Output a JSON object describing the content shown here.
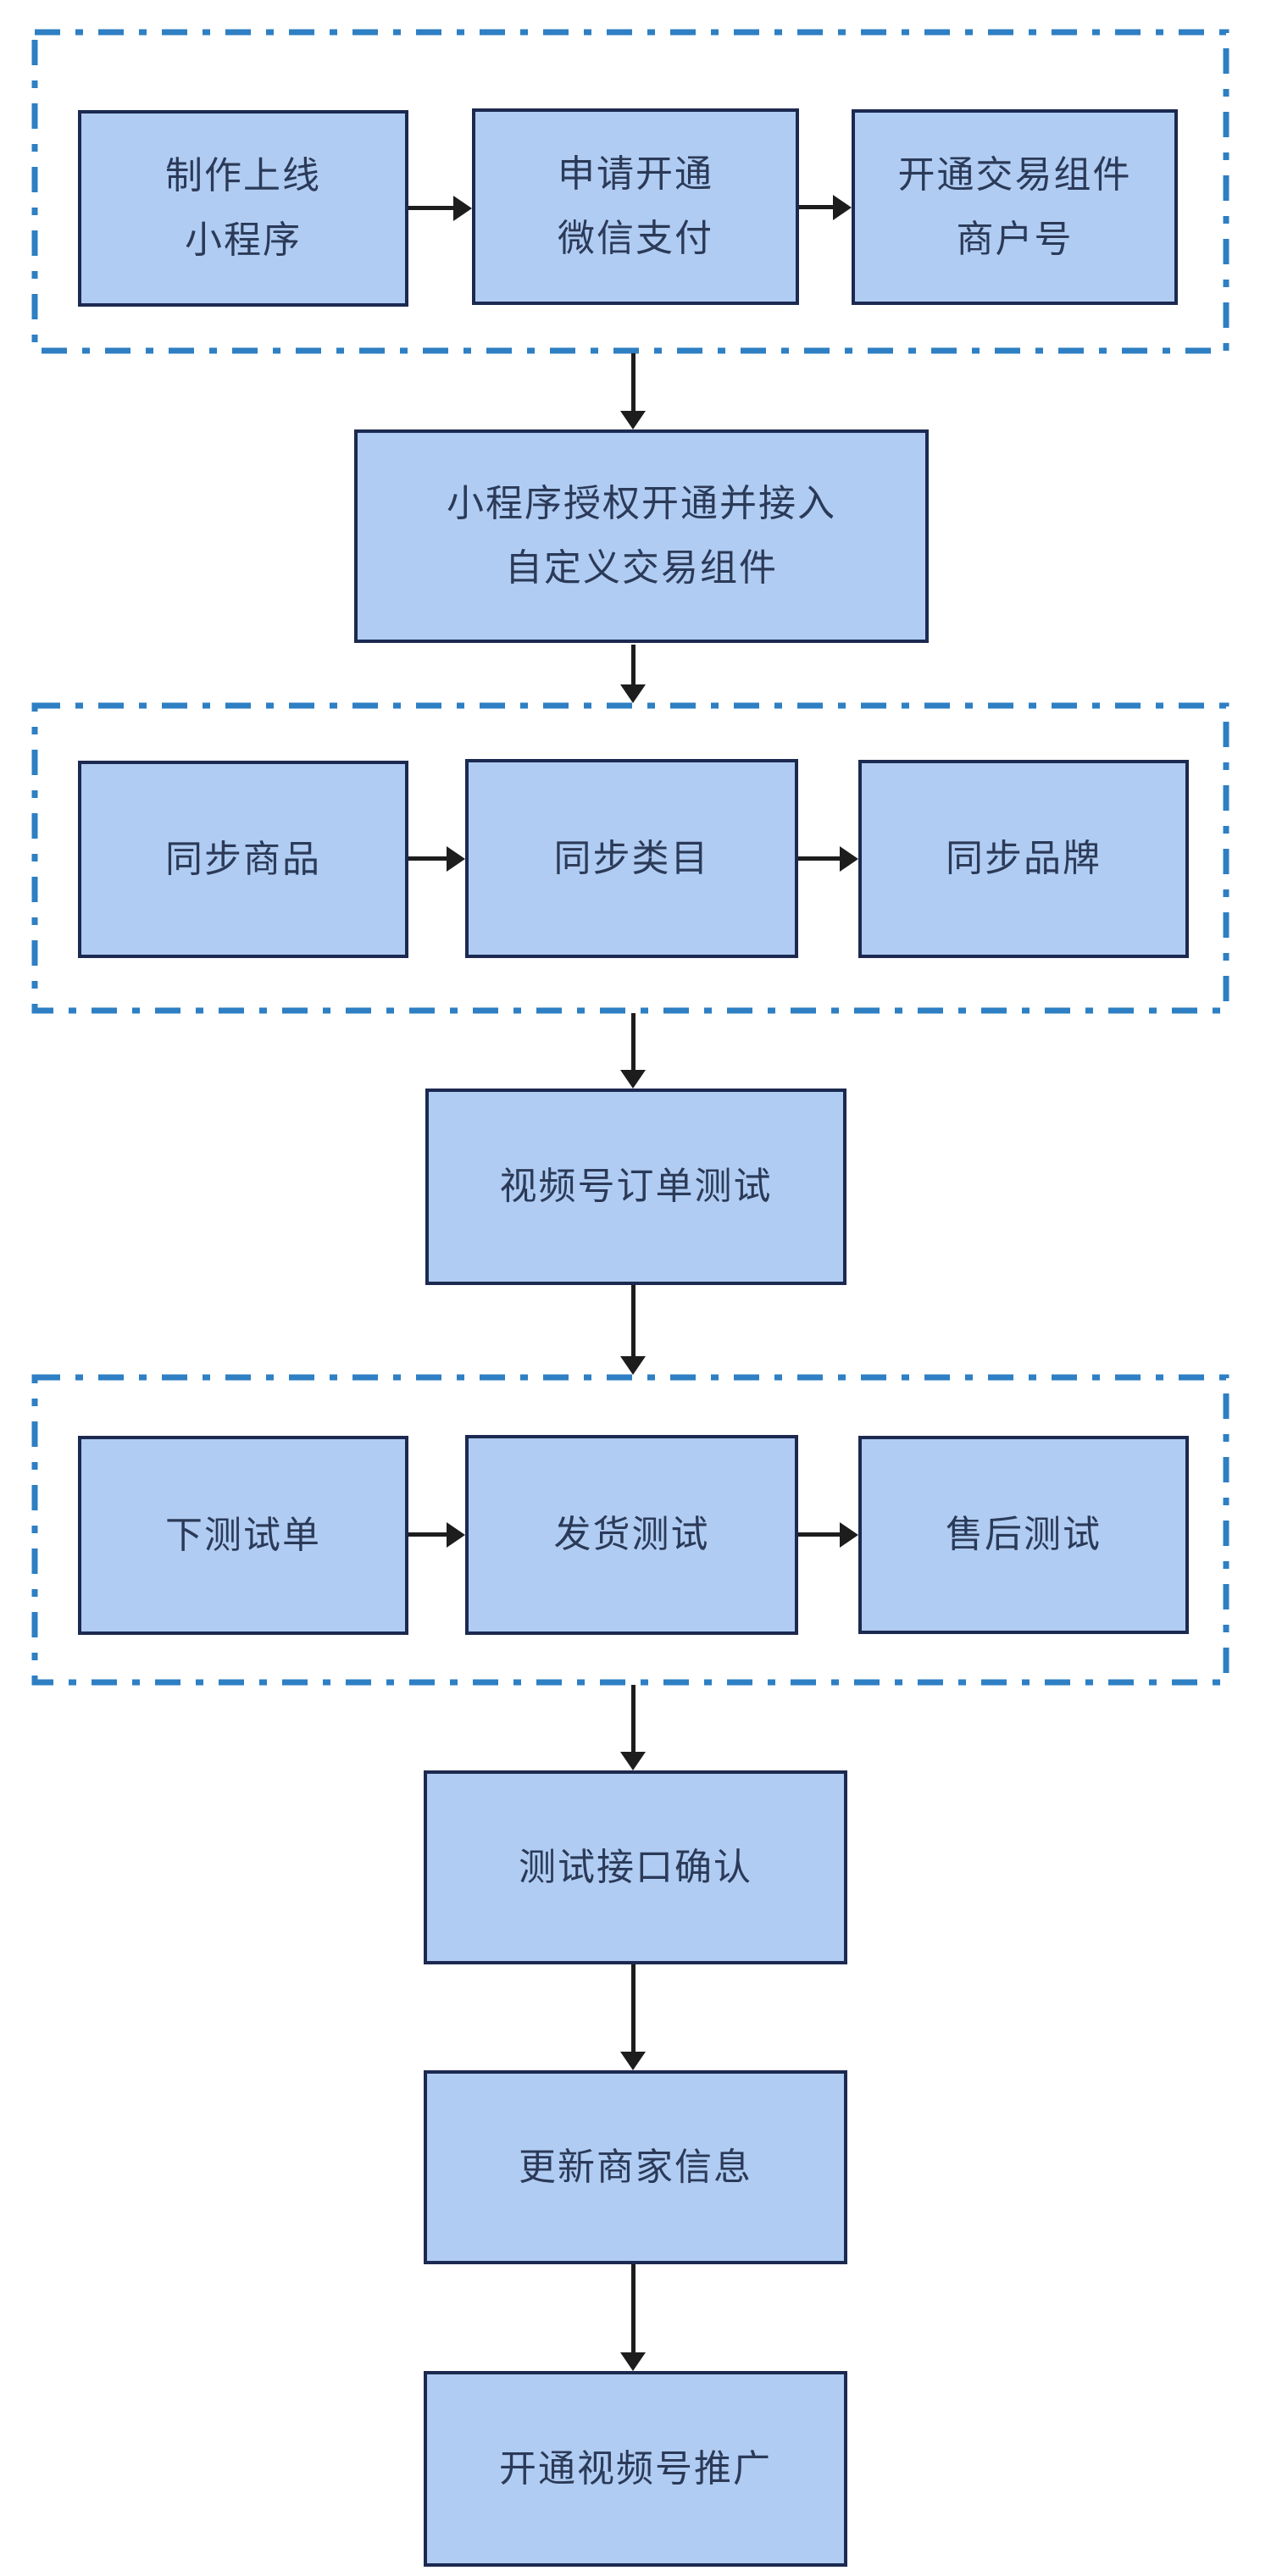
{
  "colors": {
    "background": "#ffffff",
    "node_fill": "#b0ccf2",
    "node_border": "#1c2950",
    "node_text": "#2b3a58",
    "group_dash_border": "#2e7fc3",
    "arrow": "#1d1d1d"
  },
  "nodes": [
    {
      "id": "build-launch-miniprogram",
      "label": "制作上线\n小程序"
    },
    {
      "id": "apply-wechat-pay",
      "label": "申请开通\n微信支付"
    },
    {
      "id": "open-trade-component-merchant-id",
      "label": "开通交易组件\n商户号"
    },
    {
      "id": "authorize-and-integrate-custom-trade-component",
      "label": "小程序授权开通并接入\n自定义交易组件"
    },
    {
      "id": "sync-products",
      "label": "同步商品"
    },
    {
      "id": "sync-categories",
      "label": "同步类目"
    },
    {
      "id": "sync-brands",
      "label": "同步品牌"
    },
    {
      "id": "channels-order-test",
      "label": "视频号订单测试"
    },
    {
      "id": "place-test-order",
      "label": "下测试单"
    },
    {
      "id": "shipping-test",
      "label": "发货测试"
    },
    {
      "id": "after-sales-test",
      "label": "售后测试"
    },
    {
      "id": "test-api-confirmation",
      "label": "测试接口确认"
    },
    {
      "id": "update-merchant-info",
      "label": "更新商家信息"
    },
    {
      "id": "enable-channels-promotion",
      "label": "开通视频号推广"
    }
  ],
  "groups": [
    {
      "id": "stage-1",
      "node_ids": [
        "build-launch-miniprogram",
        "apply-wechat-pay",
        "open-trade-component-merchant-id"
      ]
    },
    {
      "id": "stage-2",
      "node_ids": [
        "sync-products",
        "sync-categories",
        "sync-brands"
      ]
    },
    {
      "id": "stage-3",
      "node_ids": [
        "place-test-order",
        "shipping-test",
        "after-sales-test"
      ]
    }
  ],
  "edges": [
    {
      "from": "build-launch-miniprogram",
      "to": "apply-wechat-pay"
    },
    {
      "from": "apply-wechat-pay",
      "to": "open-trade-component-merchant-id"
    },
    {
      "from": "stage-1",
      "to": "authorize-and-integrate-custom-trade-component"
    },
    {
      "from": "authorize-and-integrate-custom-trade-component",
      "to": "stage-2"
    },
    {
      "from": "sync-products",
      "to": "sync-categories"
    },
    {
      "from": "sync-categories",
      "to": "sync-brands"
    },
    {
      "from": "stage-2",
      "to": "channels-order-test"
    },
    {
      "from": "channels-order-test",
      "to": "stage-3"
    },
    {
      "from": "place-test-order",
      "to": "shipping-test"
    },
    {
      "from": "shipping-test",
      "to": "after-sales-test"
    },
    {
      "from": "stage-3",
      "to": "test-api-confirmation"
    },
    {
      "from": "test-api-confirmation",
      "to": "update-merchant-info"
    },
    {
      "from": "update-merchant-info",
      "to": "enable-channels-promotion"
    }
  ]
}
